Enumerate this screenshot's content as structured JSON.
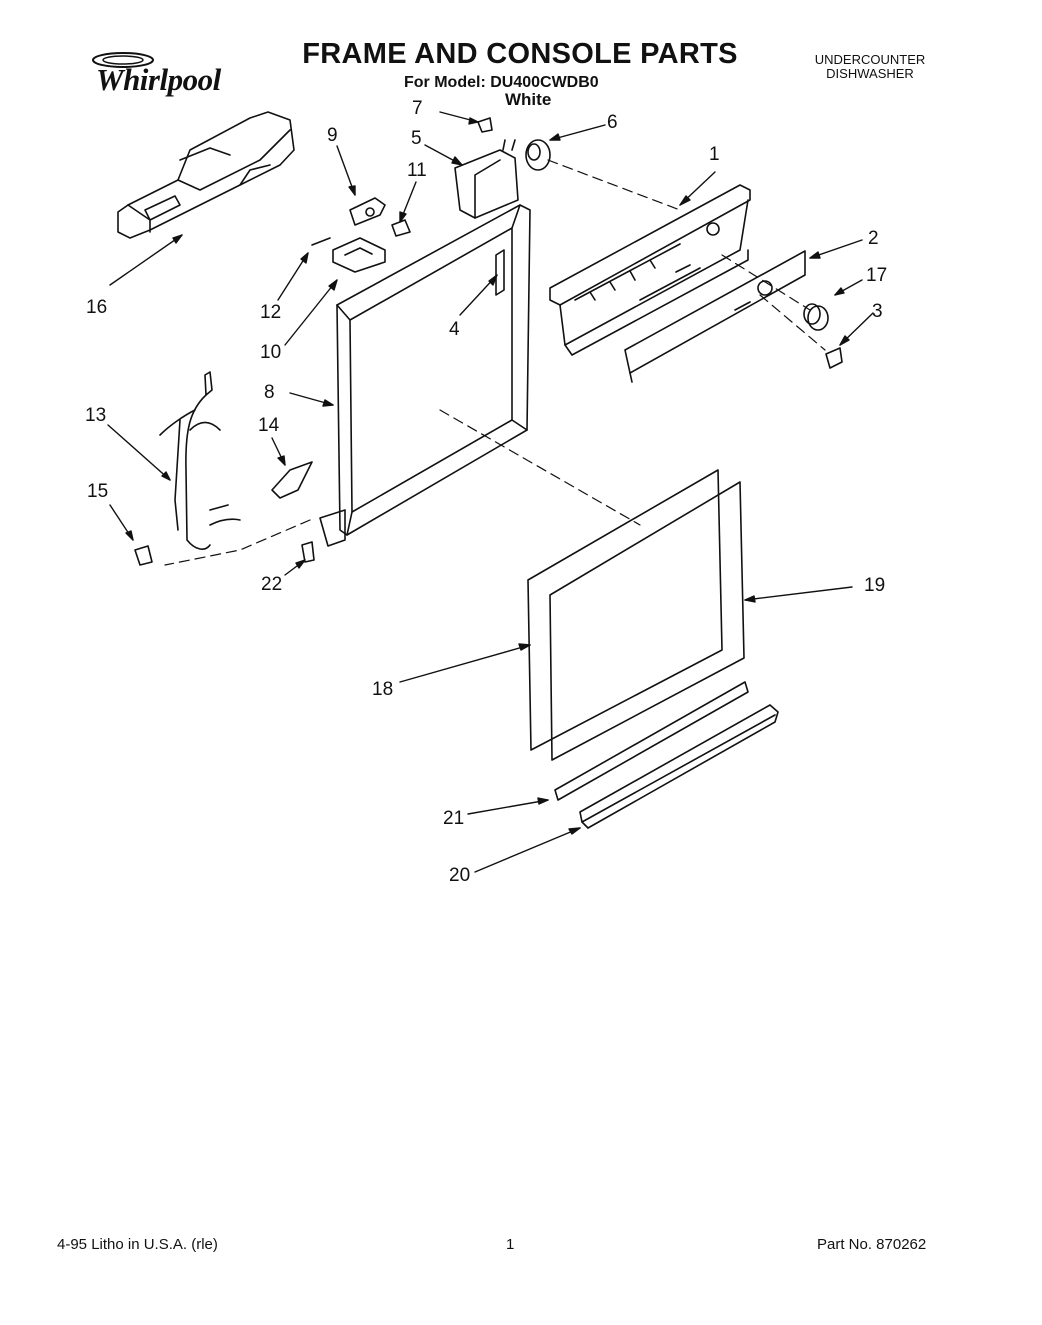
{
  "header": {
    "brand": "Whirlpool",
    "title": "FRAME AND CONSOLE PARTS",
    "model_line": "For Model: DU400CWDB0",
    "color": "White",
    "unit_type_line1": "UNDERCOUNTER",
    "unit_type_line2": "DISHWASHER"
  },
  "callouts": {
    "c1": "1",
    "c2": "2",
    "c3": "3",
    "c4": "4",
    "c5": "5",
    "c6": "6",
    "c7": "7",
    "c8": "8",
    "c9": "9",
    "c10": "10",
    "c11": "11",
    "c12": "12",
    "c13": "13",
    "c14": "14",
    "c15": "15",
    "c16": "16",
    "c17": "17",
    "c18": "18",
    "c19": "19",
    "c20": "20",
    "c21": "21",
    "c22": "22"
  },
  "footer": {
    "left": "4-95  Litho in U.S.A. (rle)",
    "page_number": "1",
    "part_number": "Part No. 870262"
  }
}
